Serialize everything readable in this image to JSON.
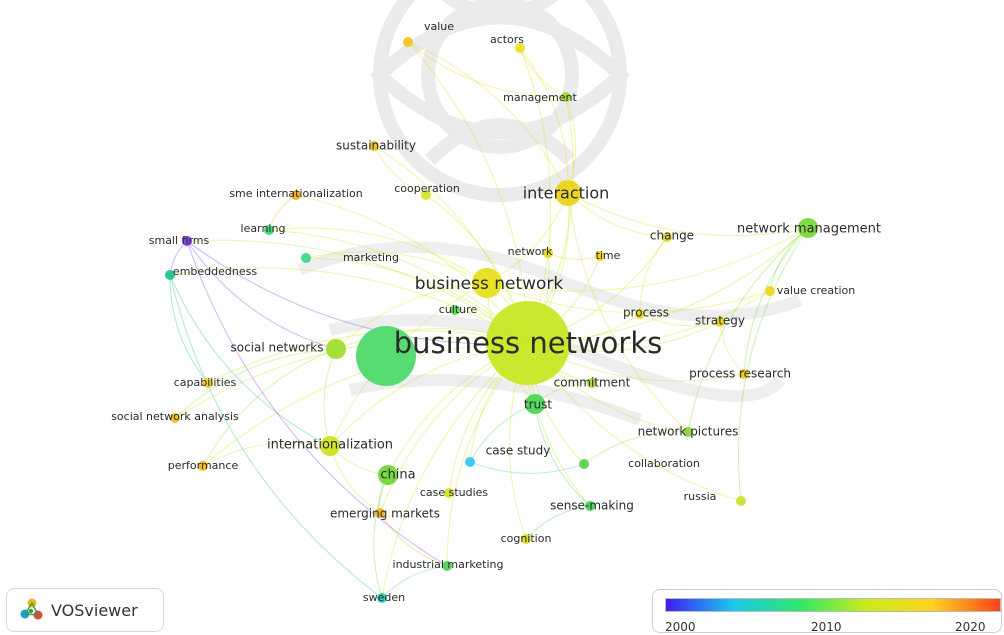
{
  "app": {
    "name": "VOSviewer"
  },
  "colors": {
    "scale_stops": [
      "#3f1cf5",
      "#1cc7f0",
      "#2fe86a",
      "#c9ea1e",
      "#ffd21f",
      "#fb4218"
    ]
  },
  "scale": {
    "ticks": [
      "2000",
      "2010",
      "2020"
    ]
  },
  "nodes": [
    {
      "label": "business networks",
      "size": "xl",
      "color": "#c7e61e"
    },
    {
      "label": "business network",
      "size": "lg",
      "color": "#e6e01c"
    },
    {
      "label": "interaction",
      "size": "md",
      "color": "#ead31a"
    },
    {
      "label": "network management",
      "size": "sm",
      "color": "#7bd93a"
    },
    {
      "label": "value",
      "size": "xs",
      "color": "#f2c51f"
    },
    {
      "label": "actors",
      "size": "xs",
      "color": "#e8df2a"
    },
    {
      "label": "management",
      "size": "xs",
      "color": "#9edc2f"
    },
    {
      "label": "sustainability",
      "size": "xs",
      "color": "#f2c41f"
    },
    {
      "label": "sme internationalization",
      "size": "xs",
      "color": "#f2ae1e"
    },
    {
      "label": "cooperation",
      "size": "xs",
      "color": "#d8e22a"
    },
    {
      "label": "learning",
      "size": "xs",
      "color": "#41d47a"
    },
    {
      "label": "small firms",
      "size": "xs",
      "color": "#7a3cf0"
    },
    {
      "label": "embeddedness",
      "size": "xs",
      "color": "#21c58c"
    },
    {
      "label": "marketing",
      "size": "xs",
      "color": "#3ed888"
    },
    {
      "label": "network",
      "size": "xs",
      "color": "#e3d51e"
    },
    {
      "label": "time",
      "size": "xs",
      "color": "#f0d41f"
    },
    {
      "label": "change",
      "size": "xs",
      "color": "#ddd927"
    },
    {
      "label": "value creation",
      "size": "xs",
      "color": "#efd31f"
    },
    {
      "label": "culture",
      "size": "xs",
      "color": "#5fd55a"
    },
    {
      "label": "process",
      "size": "xs",
      "color": "#e8d81e"
    },
    {
      "label": "strategy",
      "size": "xs",
      "color": "#e8d71e"
    },
    {
      "label": "social networks",
      "size": "sm",
      "color": "#9fdd2f"
    },
    {
      "label": "commitment",
      "size": "xs",
      "color": "#a7dc2f"
    },
    {
      "label": "process research",
      "size": "xs",
      "color": "#f1cc1f"
    },
    {
      "label": "capabilities",
      "size": "xs",
      "color": "#ebd11e"
    },
    {
      "label": "social network analysis",
      "size": "xs",
      "color": "#efc31f"
    },
    {
      "label": "trust",
      "size": "sm",
      "color": "#4bd65a"
    },
    {
      "label": "network pictures",
      "size": "xs",
      "color": "#8ed834"
    },
    {
      "label": "internationalization",
      "size": "sm",
      "color": "#cde222"
    },
    {
      "label": "case study",
      "size": "xs",
      "color": "#33c8f0"
    },
    {
      "label": "collaboration",
      "size": "xs",
      "color": "#5cd14f"
    },
    {
      "label": "performance",
      "size": "xs",
      "color": "#f0b81f"
    },
    {
      "label": "china",
      "size": "sm",
      "color": "#74d63a"
    },
    {
      "label": "case studies",
      "size": "xs",
      "color": "#d6de24"
    },
    {
      "label": "russia",
      "size": "xs",
      "color": "#cde233"
    },
    {
      "label": "sense-making",
      "size": "xs",
      "color": "#48d35b"
    },
    {
      "label": "emerging markets",
      "size": "xs",
      "color": "#f1b51f"
    },
    {
      "label": "cognition",
      "size": "xs",
      "color": "#d9de26"
    },
    {
      "label": "industrial marketing",
      "size": "xs",
      "color": "#50d45a"
    },
    {
      "label": "sweden",
      "size": "xs",
      "color": "#2bc9b9"
    }
  ]
}
